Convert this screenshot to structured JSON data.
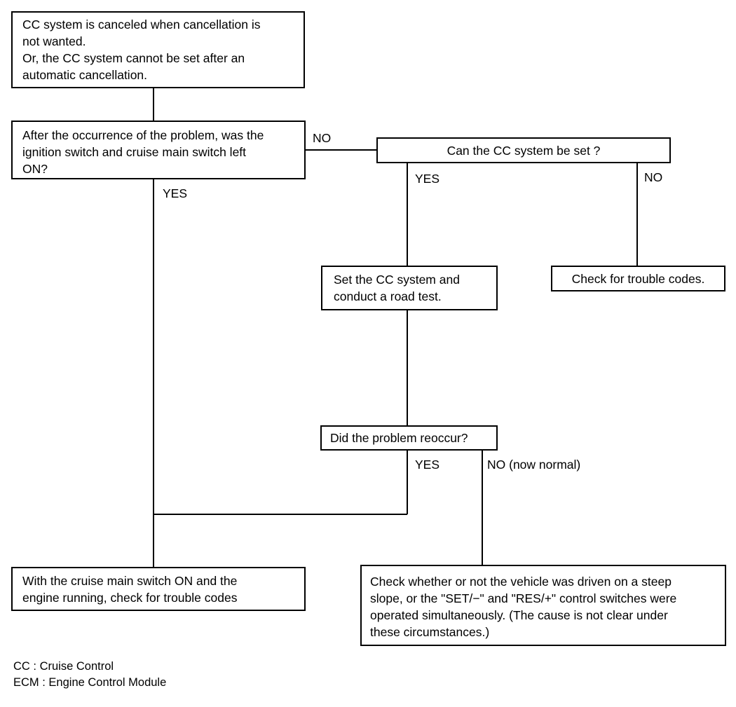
{
  "boxes": {
    "start": "CC system is canceled when cancellation is\nnot wanted.\nOr, the CC system cannot be set after an\nautomatic cancellation.",
    "q_switch_left_on": "After the occurrence of the problem, was the\nignition switch and cruise main switch left\nON?",
    "q_can_set": "Can the CC system be set ?",
    "set_and_road_test": "Set the CC system and\nconduct a road test.",
    "check_codes": "Check for trouble codes.",
    "q_reoccur": "Did the problem reoccur?",
    "check_codes_engine_running": "With the cruise main switch ON and the\nengine running, check for trouble codes",
    "check_slope": "Check whether or not the vehicle was driven on a steep\nslope, or the \"SET/−\" and \"RES/+\" control switches were\noperated simultaneously. (The cause is not clear under\nthese circumstances.)"
  },
  "labels": {
    "q1_no": "NO",
    "q1_yes": "YES",
    "q2_yes": "YES",
    "q2_no": "NO",
    "q3_yes": "YES",
    "q3_no": "NO (now normal)"
  },
  "legend": [
    "CC : Cruise Control",
    "ECM : Engine Control Module"
  ]
}
